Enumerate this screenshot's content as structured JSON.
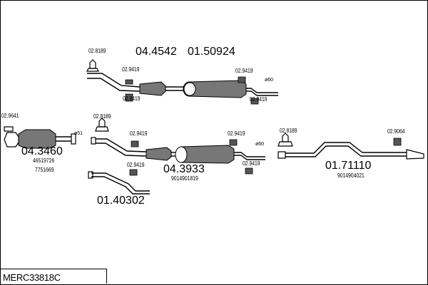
{
  "diagram": {
    "code": "MERC33818C",
    "part_numbers": {
      "top_muffler_a": "04.4542",
      "top_muffler_b": "01.50924",
      "catalyst": "04.3460",
      "middle_muffler": "04.3933",
      "rear_pipe": "01.71110",
      "lower_pipe": "01.40302"
    },
    "oem_numbers": {
      "catalyst_1": "46519726",
      "catalyst_2": "7751669",
      "middle_muffler": "9014901819",
      "rear_pipe": "9014904021"
    },
    "hardware": {
      "clamp_top_left": "02.8189",
      "ring_top_1": "02.9419",
      "ring_top_2": "02.9419",
      "ring_top_3": "02.9419",
      "ring_top_4": "02.9419",
      "diameter_top": "ø60",
      "gasket_left": "02.9641",
      "clamp_mid_left": "02.8189",
      "ring_mid_1": "02.9419",
      "ring_mid_2": "02.9419",
      "ring_mid_3": "02.9419",
      "ring_mid_4": "02.9419",
      "diameter_mid": "ø60",
      "diameter_cat": "ø51",
      "clamp_rear": "02.8189",
      "ring_rear": "02.9064"
    }
  }
}
